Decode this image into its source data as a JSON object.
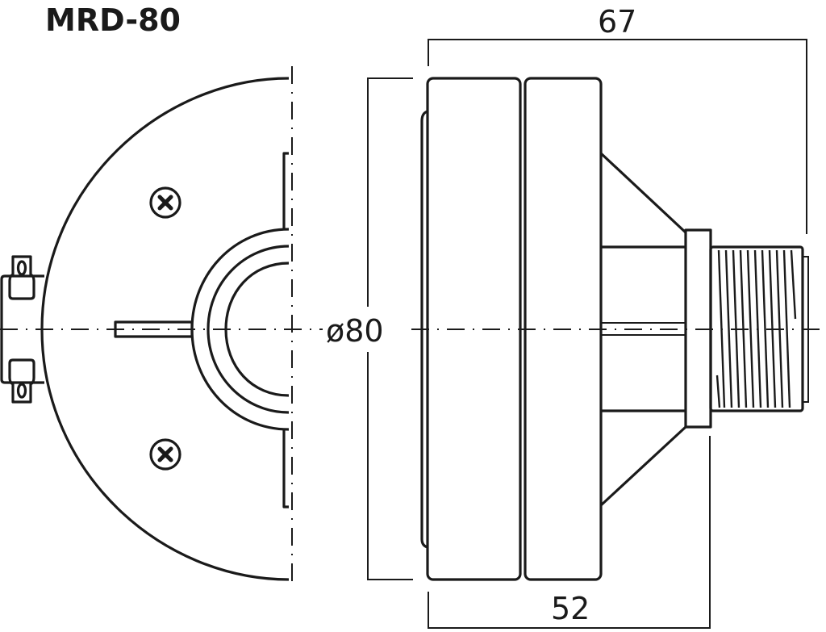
{
  "title": "MRD-80",
  "dimensions": {
    "overall_length": "67",
    "body_length": "52",
    "diameter": "ø80"
  },
  "views": {
    "front_view": "front-view-half-section",
    "side_view": "side-view-profile"
  },
  "colors": {
    "line": "#1a1a1a",
    "background": "#ffffff"
  }
}
